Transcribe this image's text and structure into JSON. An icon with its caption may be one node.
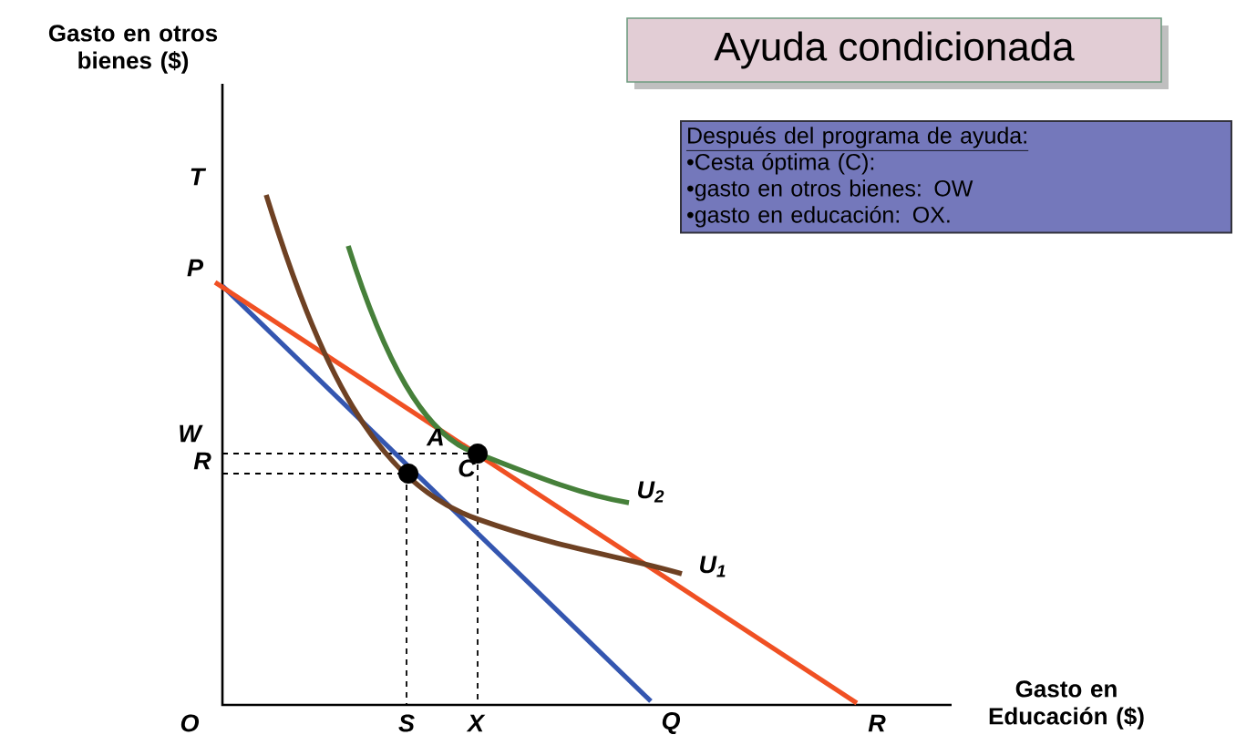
{
  "diagram": {
    "title": "Ayuda condicionada",
    "nodes": [
      {
        "text": [
          "Después del programa de ayuda:",
          "•Cesta óptima (C):",
          "•gasto en otros bienes: OW",
          "•gasto en educación: OX."
        ]
      }
    ],
    "labels": [
      "Gasto en otros bienes ($)",
      "T",
      "P",
      "W",
      "A",
      "R",
      "C",
      "U$_{2}$",
      "U$_{1}$",
      "Gasto en Educación ($)",
      "O",
      "S",
      "X",
      "Q",
      "R"
    ]
  }
}
